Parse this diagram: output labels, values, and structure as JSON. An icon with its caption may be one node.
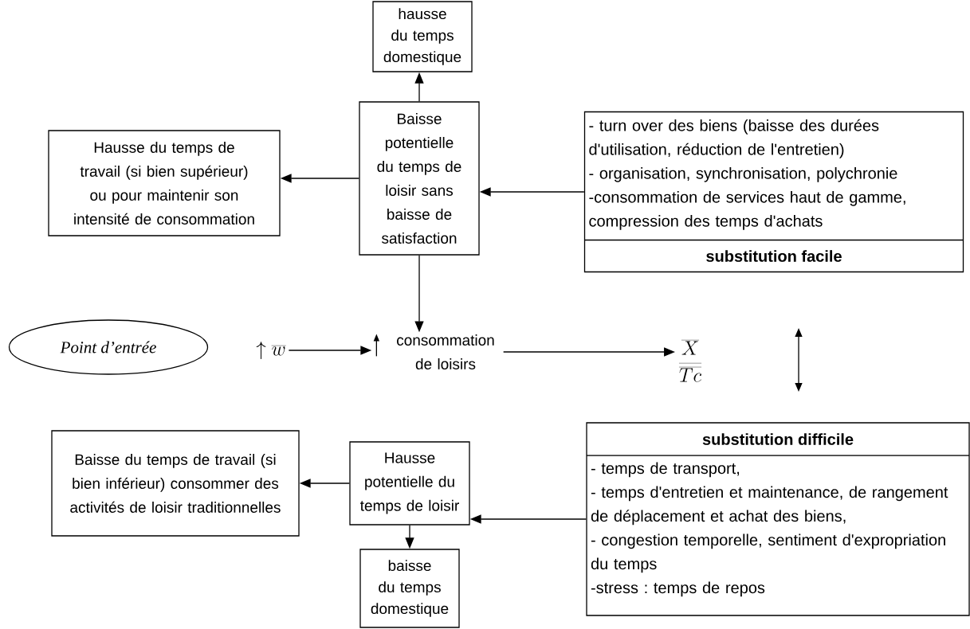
{
  "diagram": {
    "nodes": [
      {
        "text": [
          "hausse du temps domestique"
        ]
      },
      {
        "text": [
          "Baisse potentielle du temps de loisir sans baisse de satisfaction"
        ]
      },
      {
        "text": [
          "Hausse du temps de travail (si bien supérieur) ou pour maintenir son intensité de consommation"
        ]
      },
      {
        "text": [
          "- turn over des biens (baisse des durées d'utilisation, réduction de l'entretien)",
          "- organisation, synchronisation, polychronie",
          "-consommation de services haut de gamme, compression des temps d'achats",
          "substitution facile"
        ]
      },
      {
        "text": [
          "Point d’entrée"
        ]
      },
      {
        "text": [
          "\\uparrow \\overline{w}"
        ]
      },
      {
        "text": [
          "consommation de loisirs"
        ]
      },
      {
        "text": [
          "\\frac{\\overline{X}}{\\overline{Tc}}"
        ]
      },
      {
        "text": [
          "Baisse du temps de travail (si bien inférieur) consommer des activités de loisir traditionnelles"
        ]
      },
      {
        "text": [
          "Hausse potentielle du temps de loisir"
        ]
      },
      {
        "text": [
          "baisse du temps domestique"
        ]
      },
      {
        "text": [
          "substitution difficile",
          "- temps de transport,",
          "- temps d'entretien et maintenance, de rangement de déplacement et achat des biens,",
          "- congestion temporelle, sentiment d'expropriation du temps",
          "-stress : temps de repos"
        ]
      }
    ],
    "edges": [
      {
        "from": 1,
        "to": 0,
        "arrow": "to"
      },
      {
        "from": 1,
        "to": 2,
        "arrow": "to"
      },
      {
        "from": 3,
        "to": 1,
        "arrow": "to"
      },
      {
        "from": 1,
        "to": 6,
        "arrow": "to"
      },
      {
        "from": 5,
        "to": 6,
        "arrow": "to"
      },
      {
        "from": 6,
        "to": 7,
        "arrow": "to"
      },
      {
        "from": 11,
        "to": 9,
        "arrow": "to"
      },
      {
        "from": 9,
        "to": 8,
        "arrow": "to"
      },
      {
        "from": 9,
        "to": 10,
        "arrow": "to"
      }
    ]
  }
}
